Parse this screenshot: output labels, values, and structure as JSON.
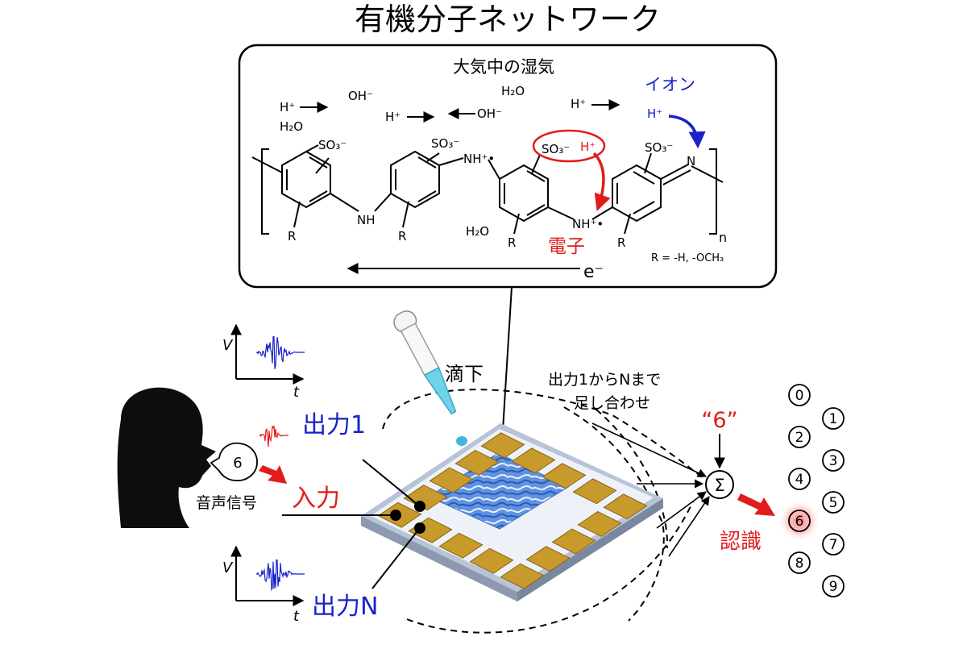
{
  "title": "有機分子ネットワーク",
  "molecule_box": {
    "heading": "大気中の湿気",
    "species": {
      "h_plus": "H⁺",
      "oh_minus": "OH⁻",
      "h2o": "H₂O",
      "so3_minus": "SO₃⁻",
      "nh_radical": "NH⁺•",
      "nh": "NH",
      "n": "N",
      "r": "R",
      "n_sub": "n",
      "electron": "e⁻"
    },
    "ion_label": "イオン",
    "electron_label": "電子",
    "r_definition": "R = -H, -OCH₃"
  },
  "process": {
    "drop_label": "滴下",
    "sum_note_line1": "出力1からNまで",
    "sum_note_line2": "足し合わせ",
    "output1_label": "出力1",
    "outputN_label": "出力N",
    "input_label": "入力",
    "voice_label": "音声信号",
    "speech_digit": "6",
    "axis_v": "V",
    "axis_t": "t",
    "sum_symbol": "Σ",
    "result_quote": "“6”",
    "recognition_label": "認識"
  },
  "digits": [
    "0",
    "1",
    "2",
    "3",
    "4",
    "5",
    "6",
    "7",
    "8",
    "9"
  ],
  "highlighted_digit": "6",
  "colors": {
    "blue": "#1a22c8",
    "red": "#e21b1b",
    "gold": "#c89a2c",
    "chip_blue": "#4a7fd8"
  }
}
